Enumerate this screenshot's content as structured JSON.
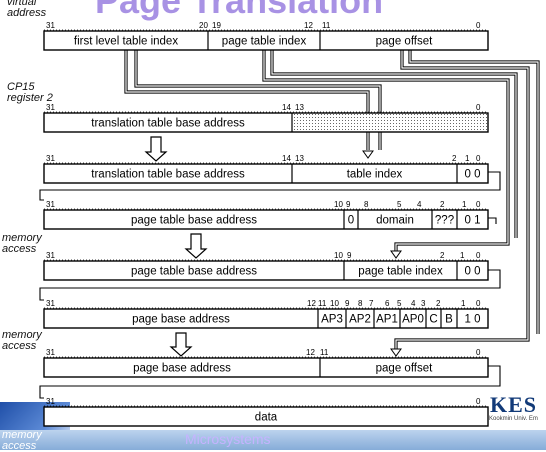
{
  "slide": {
    "title": "Page Translation",
    "footer_text": "Microsystems",
    "logo": {
      "main": "KES",
      "sub": "Kookmin Univ. Em"
    }
  },
  "side_labels": {
    "virtual_address": "virtual address",
    "cp15": "CP15 register 2",
    "mem1": "memory access",
    "mem2": "memory access",
    "mem3": "memory access"
  },
  "rows": [
    {
      "id": "virtual-address",
      "cells": [
        {
          "text": "first level table index"
        },
        {
          "text": "page table index"
        },
        {
          "text": "page offset"
        }
      ],
      "ticks": [
        "31",
        "20",
        "19",
        "12",
        "11",
        "0"
      ]
    },
    {
      "id": "ttb-register",
      "cells": [
        {
          "text": "translation table base address"
        },
        {
          "text": ""
        }
      ],
      "ticks": [
        "31",
        "14",
        "13",
        "0"
      ]
    },
    {
      "id": "first-level-descriptor-address",
      "cells": [
        {
          "text": "translation table base address"
        },
        {
          "text": "table index"
        },
        {
          "text": "0 0"
        }
      ],
      "ticks": [
        "31",
        "14",
        "13",
        "2",
        "1",
        "0"
      ]
    },
    {
      "id": "first-level-descriptor",
      "cells": [
        {
          "text": "page table base address"
        },
        {
          "text": "0"
        },
        {
          "text": "domain"
        },
        {
          "text": "???"
        },
        {
          "text": "0 1"
        }
      ],
      "ticks": [
        "31",
        "10",
        "9",
        "8",
        "5",
        "4",
        "2",
        "1",
        "0"
      ]
    },
    {
      "id": "second-level-descriptor-address",
      "cells": [
        {
          "text": "page table base address"
        },
        {
          "text": "page table index"
        },
        {
          "text": "0 0"
        }
      ],
      "ticks": [
        "31",
        "10",
        "9",
        "2",
        "1",
        "0"
      ]
    },
    {
      "id": "second-level-descriptor",
      "cells": [
        {
          "text": "page base address"
        },
        {
          "text": "AP3"
        },
        {
          "text": "AP2"
        },
        {
          "text": "AP1"
        },
        {
          "text": "AP0"
        },
        {
          "text": "C"
        },
        {
          "text": "B"
        },
        {
          "text": "1 0"
        }
      ],
      "ticks": [
        "31",
        "12",
        "11",
        "10",
        "9",
        "8",
        "7",
        "6",
        "5",
        "4",
        "3",
        "2",
        "1",
        "0"
      ]
    },
    {
      "id": "physical-address",
      "cells": [
        {
          "text": "page base address"
        },
        {
          "text": "page offset"
        }
      ],
      "ticks": [
        "31",
        "12",
        "11",
        "0"
      ]
    },
    {
      "id": "data-word",
      "cells": [
        {
          "text": "data"
        }
      ],
      "ticks": [
        "31",
        "0"
      ]
    }
  ]
}
